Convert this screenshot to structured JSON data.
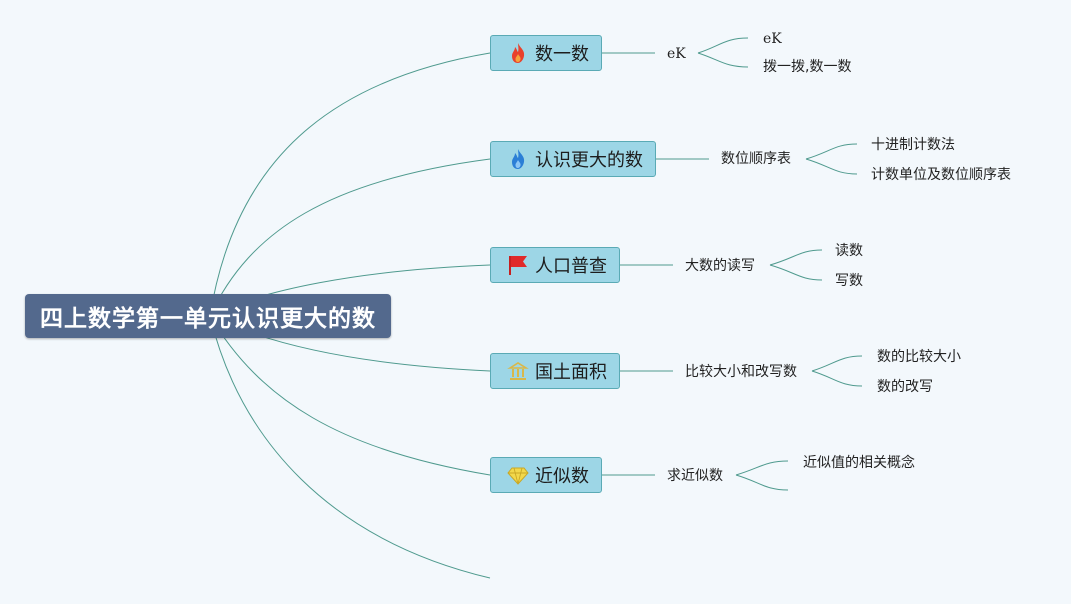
{
  "root": {
    "title": "四上数学第一单元认识更大的数"
  },
  "branches": [
    {
      "title": "数一数",
      "icon": "fire-icon",
      "mid": "eK",
      "leaves": [
        "eK",
        "拨一拨,数一数"
      ]
    },
    {
      "title": "认识更大的数",
      "icon": "blue-flame-icon",
      "mid": "数位顺序表",
      "leaves": [
        "十进制计数法",
        "计数单位及数位顺序表"
      ]
    },
    {
      "title": "人口普查",
      "icon": "red-flag-icon",
      "mid": "大数的读写",
      "leaves": [
        "读数",
        "写数"
      ]
    },
    {
      "title": "国土面积",
      "icon": "building-icon",
      "mid": "比较大小和改写数",
      "leaves": [
        "数的比较大小",
        "数的改写"
      ]
    },
    {
      "title": "近似数",
      "icon": "diamond-icon",
      "mid": "求近似数",
      "leaves": [
        "近似值的相关概念",
        ""
      ]
    }
  ],
  "colors": {
    "line": "#4f9a8e",
    "root": "#53698d",
    "branch": "#9dd6e6",
    "branch_border": "#5aaab5",
    "background": "#f3f8fc"
  }
}
